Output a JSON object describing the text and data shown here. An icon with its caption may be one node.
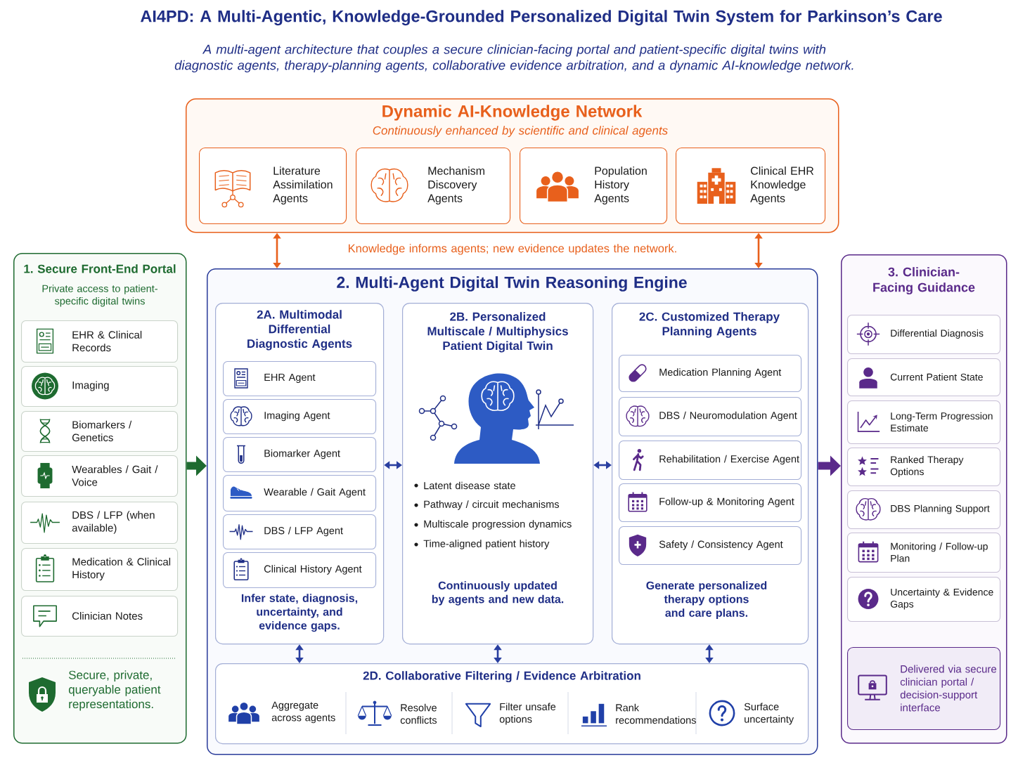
{
  "diagram": {
    "title": "AI4PD: A Multi-Agentic, Knowledge-Grounded Personalized Digital Twin System for Parkinson’s Care",
    "nodes": [
      {
        "text": [
          "Dynamic AI-Knowledge Network",
          "Continuously enhanced by scientific and clinical agents"
        ]
      },
      {
        "text": [
          "Literature Assimilation Agents"
        ],
        "in": 0
      },
      {
        "text": [
          "Mechanism Discovery Agents"
        ],
        "in": 0
      },
      {
        "text": [
          "Population History Agents"
        ],
        "in": 0
      },
      {
        "text": [
          "Clinical EHR Knowledge Agents"
        ],
        "in": 0
      },
      {
        "text": [
          "1. Secure Front-End Portal",
          "Private access to patient-specific digital twins",
          "Secure, private, queryable patient representations."
        ]
      },
      {
        "text": [
          "EHR & Clinical Records"
        ],
        "in": 5
      },
      {
        "text": [
          "Imaging"
        ],
        "in": 5
      },
      {
        "text": [
          "Biomarkers / Genetics"
        ],
        "in": 5
      },
      {
        "text": [
          "Wearables / Gait / Voice"
        ],
        "in": 5
      },
      {
        "text": [
          "DBS / LFP (when available)"
        ],
        "in": 5
      },
      {
        "text": [
          "Medication & Clinical History"
        ],
        "in": 5
      },
      {
        "text": [
          "Clinician Notes"
        ],
        "in": 5
      },
      {
        "text": [
          "2. Multi-Agent Digital Twin Reasoning Engine"
        ]
      },
      {
        "text": [
          "2A. Multimodal Differential Diagnostic Agents",
          "Infer state, diagnosis, uncertainty, and evidence gaps."
        ],
        "in": 13
      },
      {
        "text": [
          "EHR Agent"
        ],
        "in": 14
      },
      {
        "text": [
          "Imaging Agent"
        ],
        "in": 14
      },
      {
        "text": [
          "Biomarker Agent"
        ],
        "in": 14
      },
      {
        "text": [
          "Wearable / Gait Agent"
        ],
        "in": 14
      },
      {
        "text": [
          "DBS / LFP Agent"
        ],
        "in": 14
      },
      {
        "text": [
          "Clinical History Agent"
        ],
        "in": 14
      },
      {
        "text": [
          "2B. Personalized Multiscale / Multiphysics Patient Digital Twin",
          "Latent disease state",
          "Pathway / circuit mechanisms",
          "Multiscale progression dynamics",
          "Time-aligned patient history",
          "Continuously updated by agents and new data."
        ],
        "in": 13
      },
      {
        "text": [
          "2C. Customized Therapy Planning Agents",
          "Generate personalized therapy options and care plans."
        ],
        "in": 13
      },
      {
        "text": [
          "Medication Planning Agent"
        ],
        "in": 22
      },
      {
        "text": [
          "DBS / Neuromodulation Agent"
        ],
        "in": 22
      },
      {
        "text": [
          "Rehabilitation / Exercise Agent"
        ],
        "in": 22
      },
      {
        "text": [
          "Follow-up & Monitoring Agent"
        ],
        "in": 22
      },
      {
        "text": [
          "Safety / Consistency Agent"
        ],
        "in": 22
      },
      {
        "text": [
          "2D. Collaborative Filtering / Evidence Arbitration"
        ],
        "in": 13
      },
      {
        "text": [
          "3. Clinician-Facing Guidance"
        ]
      },
      {
        "text": [
          "Differential Diagnosis"
        ],
        "in": 29
      },
      {
        "text": [
          "Current Patient State"
        ],
        "in": 29
      },
      {
        "text": [
          "Long-Term Progression Estimate"
        ],
        "in": 29
      },
      {
        "text": [
          "Ranked Therapy Options"
        ],
        "in": 29
      },
      {
        "text": [
          "DBS Planning Support"
        ],
        "in": 29
      },
      {
        "text": [
          "Monitoring / Follow-up Plan"
        ],
        "in": 29
      },
      {
        "text": [
          "Uncertainty & Evidence Gaps"
        ],
        "in": 29
      },
      {
        "text": [
          "Delivered via secure clinician portal / decision-support interface"
        ],
        "in": 29
      }
    ],
    "edges": [
      {
        "from": 0,
        "to": 13,
        "arrow": "both",
        "color": "#e8601c"
      },
      {
        "from": 0,
        "to": 13,
        "arrow": "both",
        "color": "#e8601c"
      },
      {
        "from": 5,
        "to": 13,
        "arrow": "to",
        "style": "thick",
        "color": "#1e6b30"
      },
      {
        "from": 14,
        "to": 21,
        "arrow": "both"
      },
      {
        "from": 21,
        "to": 22,
        "arrow": "both"
      },
      {
        "from": 14,
        "to": 28,
        "arrow": "both"
      },
      {
        "from": 21,
        "to": 28,
        "arrow": "both"
      },
      {
        "from": 22,
        "to": 28,
        "arrow": "both"
      },
      {
        "from": 13,
        "to": 29,
        "arrow": "to",
        "style": "thick",
        "color": "#5a2a8a"
      }
    ],
    "labels": [
      "A multi-agent architecture that couples a secure clinician-facing portal and patient-specific digital twins with diagnostic agents, therapy-planning agents, collaborative evidence arbitration, and a dynamic AI-knowledge network.",
      "Knowledge informs agents; new evidence updates the network.",
      "Aggregate across agents",
      "Resolve conflicts",
      "Filter unsafe options",
      "Rank recommendations",
      "Surface uncertainty"
    ]
  }
}
